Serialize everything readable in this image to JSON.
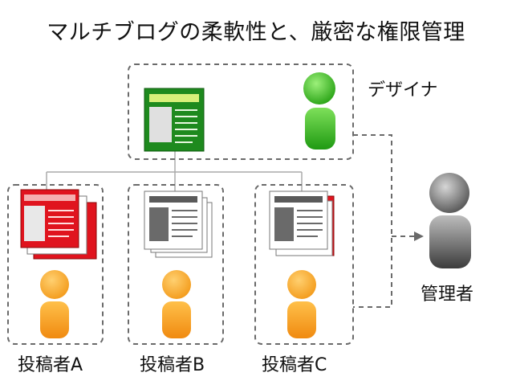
{
  "title": "マルチブログの柔軟性と、厳密な権限管理",
  "roles": {
    "designer": "デザイナ",
    "admin": "管理者",
    "poster_a": "投稿者A",
    "poster_b": "投稿者B",
    "poster_c": "投稿者C"
  },
  "colors": {
    "designer_doc": "#1e8a1e",
    "designer_person": "#3fbf1a",
    "poster_person": "#f5931e",
    "poster_a_doc": "#e0141e",
    "poster_c_doc": "#e0141e",
    "admin_person": "#5a5a5a",
    "dashed_border": "#6a6a6a"
  }
}
